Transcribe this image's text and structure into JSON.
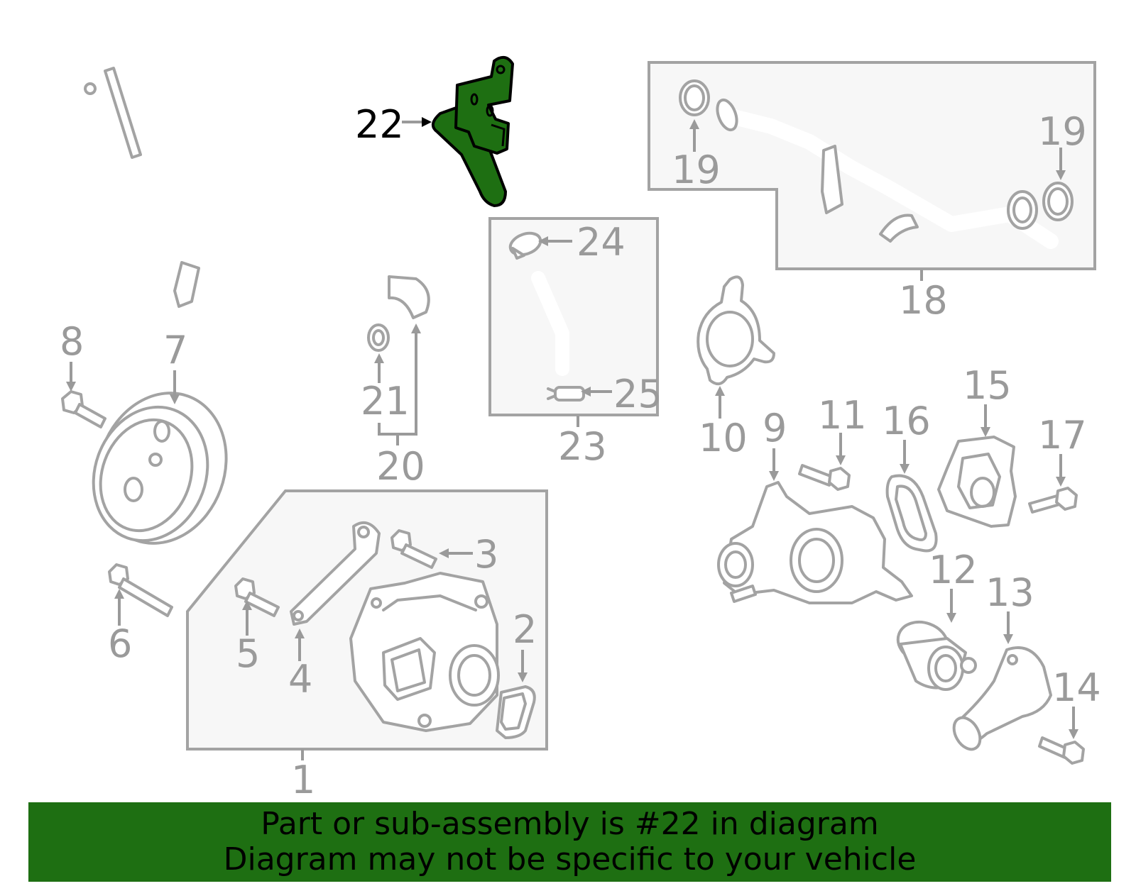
{
  "diagram": {
    "callouts": {
      "c1": "1",
      "c2": "2",
      "c3": "3",
      "c4": "4",
      "c5": "5",
      "c6": "6",
      "c7": "7",
      "c8": "8",
      "c9": "9",
      "c10": "10",
      "c11": "11",
      "c12": "12",
      "c13": "13",
      "c14": "14",
      "c15": "15",
      "c16": "16",
      "c17": "17",
      "c18": "18",
      "c19a": "19",
      "c19b": "19",
      "c20": "20",
      "c21": "21",
      "c22": "22",
      "c23": "23",
      "c24": "24",
      "c25": "25"
    },
    "highlight_color": "#1e6f12"
  },
  "banner": {
    "line1": "Part or sub-assembly is #22 in diagram",
    "line2": "Diagram may not be specific to your vehicle",
    "background": "#1e6f12"
  }
}
